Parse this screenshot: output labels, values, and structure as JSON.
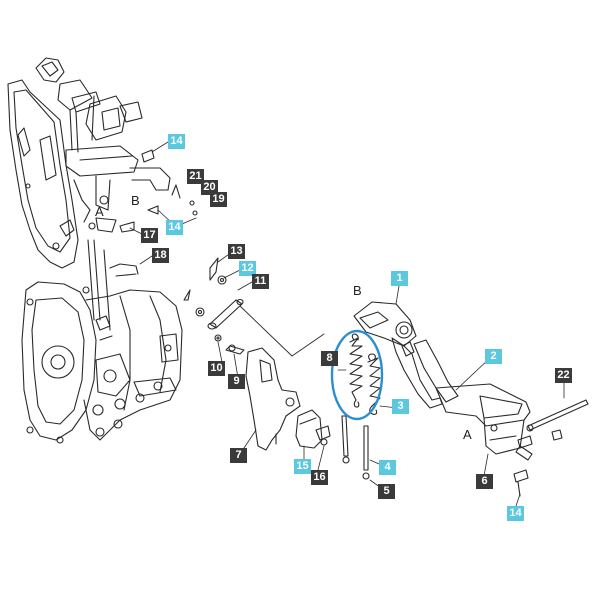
{
  "diagram": {
    "letters": {
      "a_left": "A",
      "b_left": "B",
      "b_right": "B",
      "a_right": "A"
    },
    "callouts": {
      "p14_top": "14",
      "p21": "21",
      "p20": "20",
      "p19": "19",
      "p14_mid": "14",
      "p17": "17",
      "p18": "18",
      "p13": "13",
      "p12": "12",
      "p11": "11",
      "p1": "1",
      "p8": "8",
      "p2": "2",
      "p3": "3",
      "p10": "10",
      "p9": "9",
      "p22": "22",
      "p7": "7",
      "p15": "15",
      "p16": "16",
      "p4": "4",
      "p5": "5",
      "p6": "6",
      "p14_bottom": "14"
    },
    "colors": {
      "line": "#2a2a2a",
      "tag_dark": "#3a3a3a",
      "tag_highlight": "#5bc8e0",
      "selection_ring": "#2a8fd0"
    }
  }
}
